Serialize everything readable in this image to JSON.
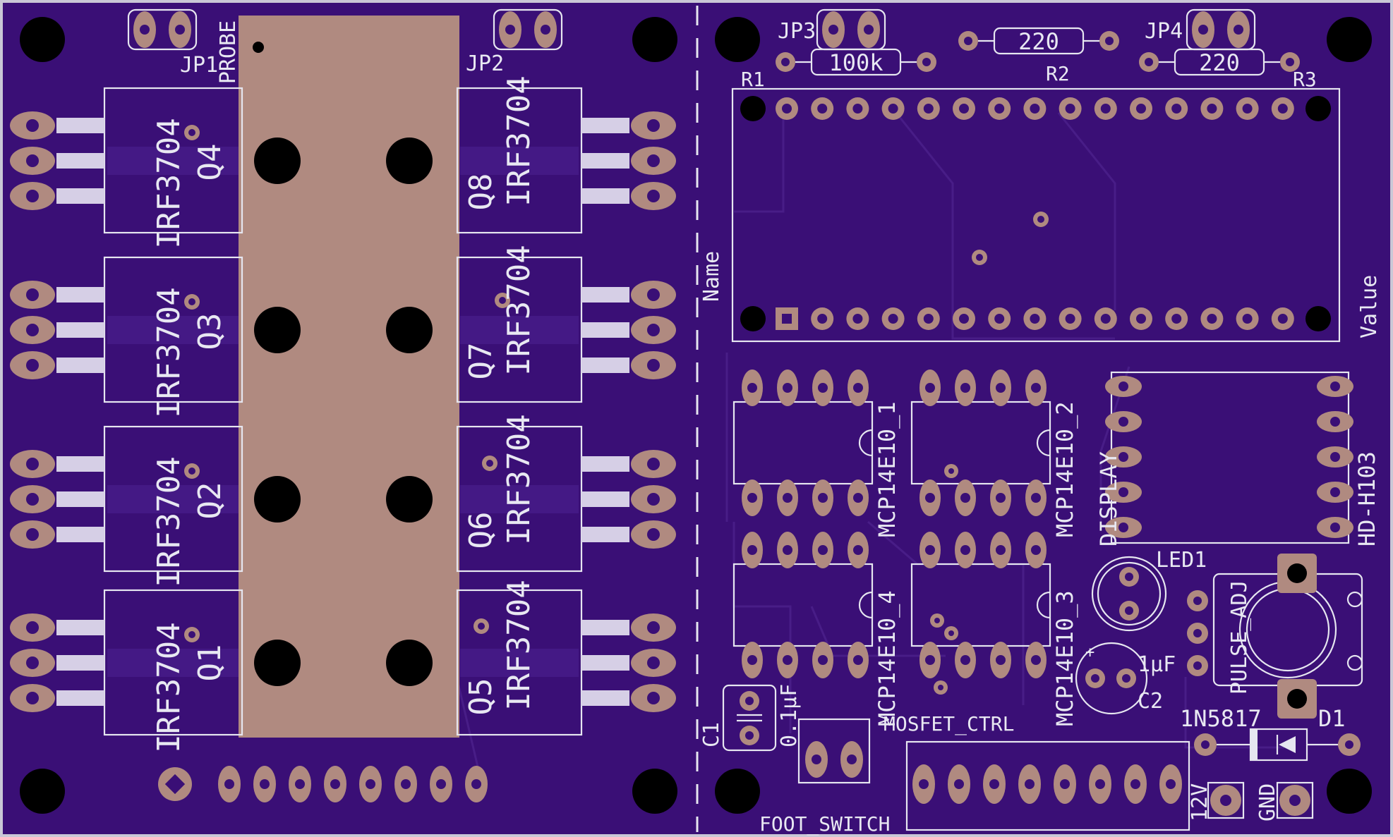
{
  "board": {
    "colors": {
      "soldermask": "#3a0f76",
      "board_edge": "#c9c7d6",
      "copper_pad": "#b08a80",
      "heatsink_copper": "#b08a80",
      "drill_hole": "#000000",
      "silkscreen": "#e6e6f0",
      "trace_hint": "#4a1f8a"
    }
  },
  "labels": {
    "jp1": "JP1",
    "probe": "PROBE",
    "jp2": "JP2",
    "jp3": "JP3",
    "jp4": "JP4",
    "r1": "R1",
    "r2": "R2",
    "r3": "R3",
    "r1_value": "100k",
    "r2_value": "220",
    "r3_value": "220",
    "q1": "Q1",
    "q2": "Q2",
    "q3": "Q3",
    "q4": "Q4",
    "q5": "Q5",
    "q6": "Q6",
    "q7": "Q7",
    "q8": "Q8",
    "mosfet_part": "IRF3704",
    "module_name": "Name",
    "module_value": "Value",
    "ic1": "MCP14E10_1",
    "ic2": "MCP14E10_2",
    "ic3": "MCP14E10_3",
    "ic4": "MCP14E10_4",
    "display": "DISPLAY",
    "display_part": "HD-H103",
    "led1": "LED1",
    "pulse_adj": "PULSE_ADJ",
    "c1": "C1",
    "c1_value": "0.1µF",
    "c2": "C2",
    "c2_value": "1µF",
    "mosfet_ctrl": "MOSFET_CTRL",
    "foot_switch": "FOOT_SWITCH",
    "d1": "D1",
    "d1_part": "1N5817",
    "v12": "12V",
    "gnd": "GND"
  }
}
